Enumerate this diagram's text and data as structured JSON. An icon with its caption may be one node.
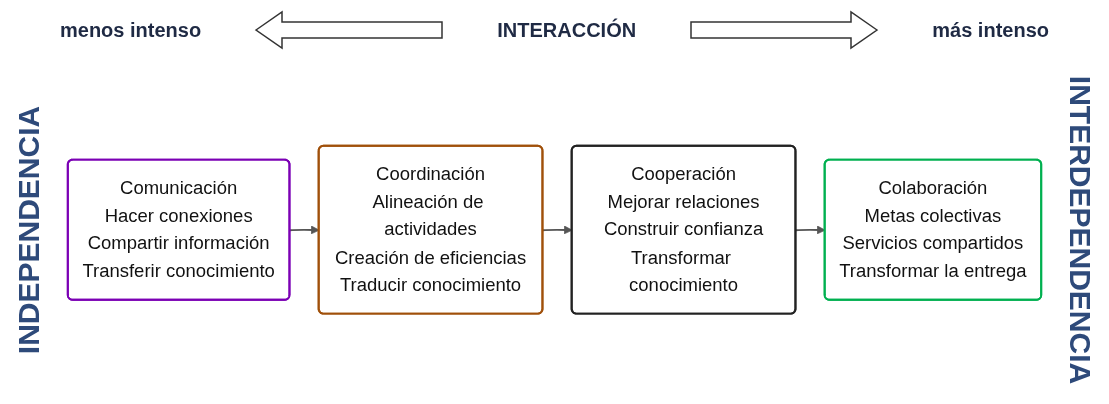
{
  "diagram": {
    "nodes": [
      {
        "text": [
          "Comunicación",
          "Hacer conexiones",
          "Compartir información",
          "Transferir conocimiento"
        ]
      },
      {
        "text": [
          "Coordinación",
          "Alineación de actividades",
          "Creación de eficiencias",
          "Traducir conocimiento"
        ]
      },
      {
        "text": [
          "Cooperación",
          "Mejorar relaciones",
          "Construir confianza",
          "Transformar conocimiento"
        ]
      },
      {
        "text": [
          "Colaboración",
          "Metas colectivas",
          "Servicios compartidos",
          "Transformar la entrega"
        ]
      }
    ],
    "edges": [
      {
        "from": 0,
        "to": 1,
        "arrow": "to"
      },
      {
        "from": 1,
        "to": 2,
        "arrow": "to"
      },
      {
        "from": 2,
        "to": 3,
        "arrow": "to"
      }
    ],
    "labels": [
      "menos intenso",
      "INTERACCIÓN",
      "más intenso",
      "INDEPENDENCIA",
      "INTERDEPENDENCIA"
    ]
  }
}
